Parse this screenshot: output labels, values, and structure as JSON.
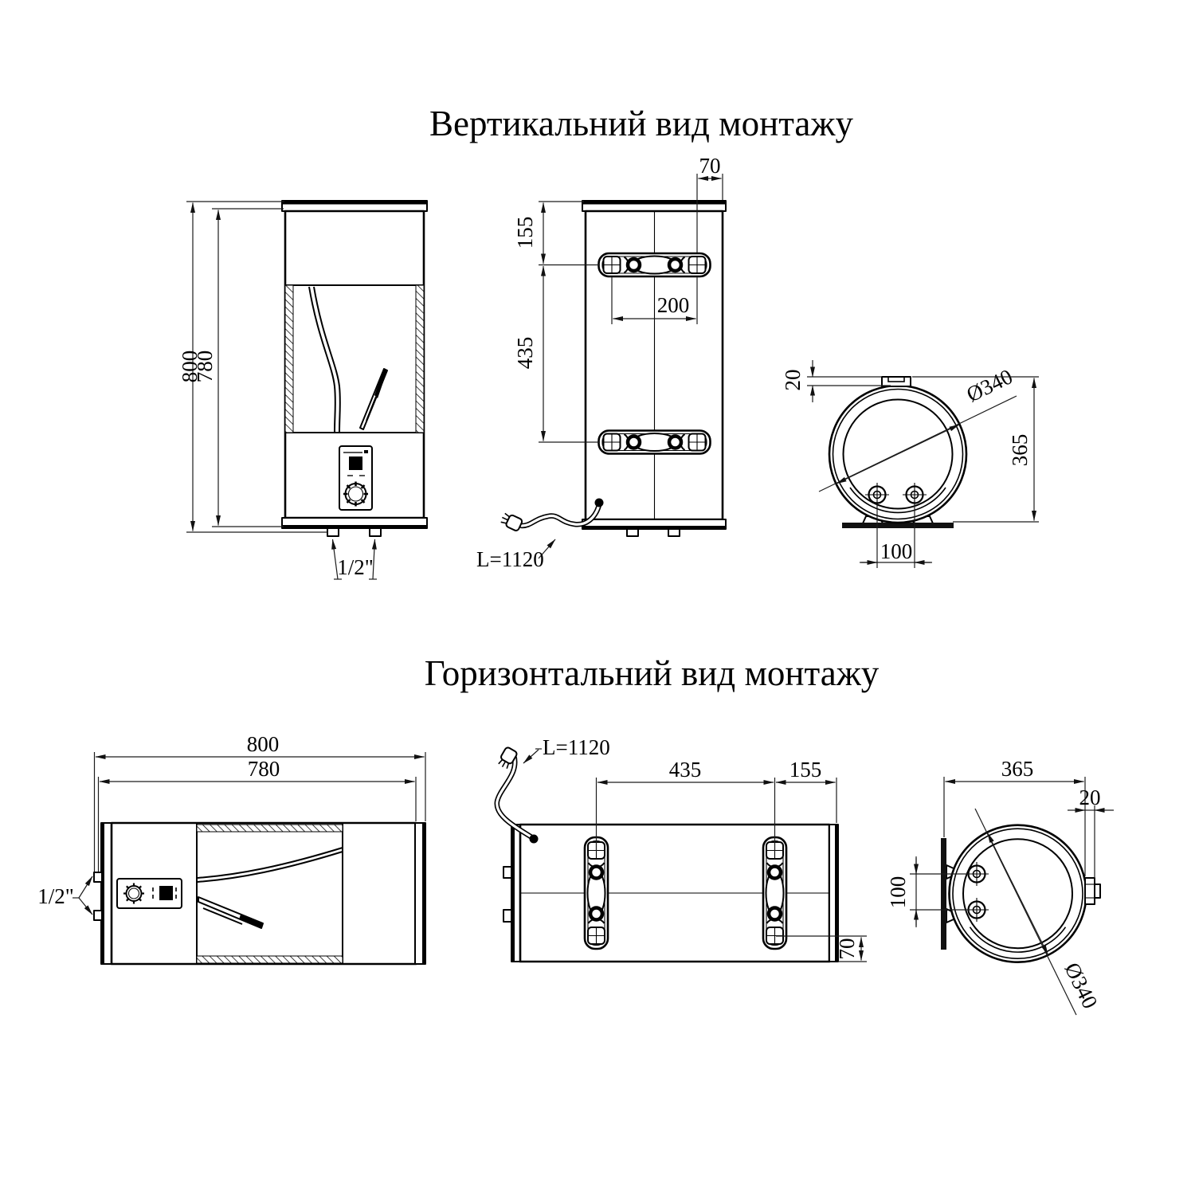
{
  "colors": {
    "background": "#ffffff",
    "line": "#000000"
  },
  "sections": {
    "vertical": {
      "title": "Вертикальний вид монтажу",
      "front_view": {
        "dim_outer_height": "800",
        "dim_inner_height": "780",
        "pipe_thread_label": "1/2\""
      },
      "rear_view": {
        "dim_edge_to_hole": "70",
        "dim_top_to_bracket": "155",
        "dim_hole_spacing": "200",
        "dim_bracket_spacing": "435",
        "cable_length_label": "L=1120"
      },
      "bottom_view": {
        "dim_bracket_offset": "20",
        "dim_tank_diameter": "Ø340",
        "dim_total_depth": "365",
        "dim_pipe_spacing": "100"
      }
    },
    "horizontal": {
      "title": "Горизонтальний вид монтажу",
      "front_view": {
        "dim_outer_length": "800",
        "dim_inner_length": "780",
        "pipe_thread_label": "1/2\""
      },
      "rear_view": {
        "cable_length_label": "L=1120",
        "dim_bracket_spacing": "435",
        "dim_bracket_to_edge": "155",
        "dim_hole_to_edge": "70"
      },
      "side_view": {
        "dim_total_depth": "365",
        "dim_stub_offset": "20",
        "dim_pipe_spacing": "100",
        "dim_tank_diameter": "Ø340"
      }
    }
  }
}
